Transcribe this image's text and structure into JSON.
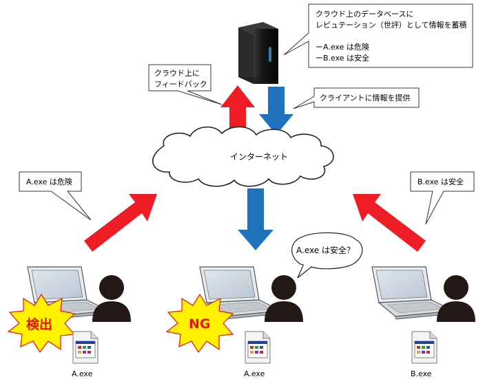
{
  "server_callout": {
    "line1": "クラウド上のデータベースに",
    "line2": "レピュテーション（世評）として情報を蓄積",
    "line3": "ーA.exe は危険",
    "line4": "ーB.exe は安全"
  },
  "feedback_callout": {
    "line1": "クラウド上に",
    "line2": "フィードバック"
  },
  "provide_callout": {
    "text": "クライアントに情報を提供"
  },
  "cloud": {
    "label": "インターネット"
  },
  "left_callout": {
    "text": "A.exe は危険"
  },
  "right_callout": {
    "text": "B.exe は安全"
  },
  "middle_speech": {
    "text": "A.exe は安全？"
  },
  "clients": [
    {
      "badge": "検出",
      "file_label": "A.exe"
    },
    {
      "badge": "NG",
      "file_label": "A.exe"
    },
    {
      "badge": "",
      "file_label": "B.exe"
    }
  ],
  "colors": {
    "red_arrow": "#ee1c24",
    "blue_arrow": "#1f73bd",
    "badge_fill": "#fff200",
    "badge_text": "#e8121b"
  }
}
